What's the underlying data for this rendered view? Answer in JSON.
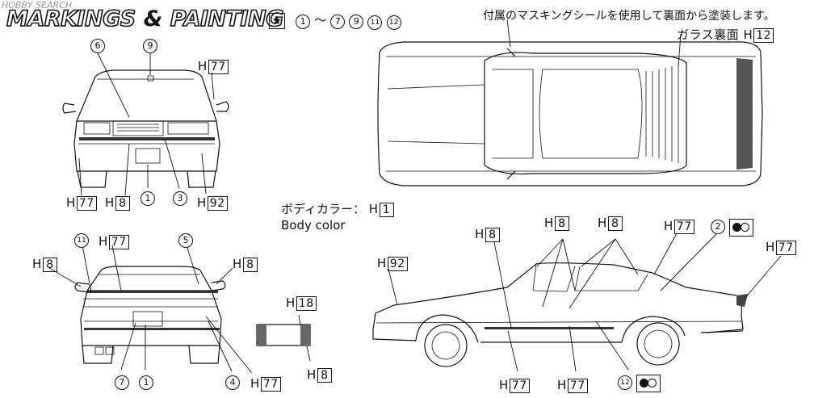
{
  "watermark": "HOBBY SEARCH",
  "title": {
    "left": "MARKINGS",
    "amp": "&",
    "right": "PAINTING"
  },
  "decal_summary": [
    "①",
    "〜",
    "⑦",
    "⑨",
    "⑪",
    "⑫"
  ],
  "mask_note": "付属のマスキングシールを使用して裏面から塗装します。",
  "glass_note": "ガラス裏面",
  "glass_code": "H",
  "glass_num": "12",
  "body_color": {
    "jp": "ボディカラー：",
    "en": "Body color",
    "code": "H",
    "num": "1"
  },
  "front_view": {
    "callouts": [
      "6",
      "9",
      "1",
      "3"
    ],
    "colors": [
      "77",
      "77",
      "8",
      "92"
    ]
  },
  "rear_view": {
    "callouts": [
      "11",
      "5",
      "7",
      "1",
      "4"
    ],
    "colors": [
      "77",
      "8",
      "8",
      "77"
    ]
  },
  "plate": {
    "colors": [
      "18",
      "8"
    ]
  },
  "side_view": {
    "callouts": [
      "2",
      "12"
    ],
    "colors": [
      "92",
      "8",
      "8",
      "8",
      "77",
      "77",
      "77",
      "77"
    ]
  }
}
